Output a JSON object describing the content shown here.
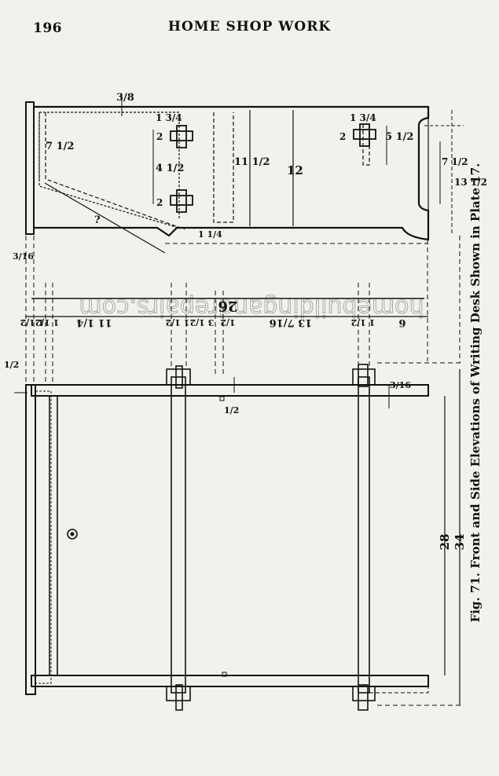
{
  "header": {
    "page_number": "196",
    "running_title": "HOME SHOP WORK"
  },
  "figure": {
    "caption": "Fig. 71.  Front and Side Elevations of Writing Desk Shown in Plate 17.",
    "watermark": "homebuildingandrepairs.com",
    "side_elevation_dims": {
      "top_gap": "3/8",
      "dim_7_half": "7 1/2",
      "dim_4_half": "4 1/2",
      "dim_2_a": "2",
      "dim_1_3_4_a": "1 3/4",
      "dim_2_b": "2",
      "dim_11_half": "11 1/2",
      "dim_12": "12",
      "dim_2_c": "2",
      "dim_1_3_4_b": "1 3/4",
      "dim_5_half": "5 1/2",
      "dim_7_half_b": "7 1/2",
      "dim_13_half": "13 1/2",
      "dim_1_1_4": "1 1/4",
      "question": "?",
      "dim_3_16": "3/16"
    },
    "row_dims": {
      "overall": "26",
      "d1": "1 1/2",
      "d2": "1 1/2",
      "d3": "11 1/4",
      "d4": "1 1/2",
      "d5": "3 1/2",
      "d6": "1/2",
      "d7": "13 7/16",
      "d8": "1 1/2",
      "d9": "6"
    },
    "front_elevation_dims": {
      "left": "1/2",
      "dim_3_16": "3/16",
      "dim_1_half": "1/2",
      "height_28": "28",
      "height_34": "34"
    }
  }
}
